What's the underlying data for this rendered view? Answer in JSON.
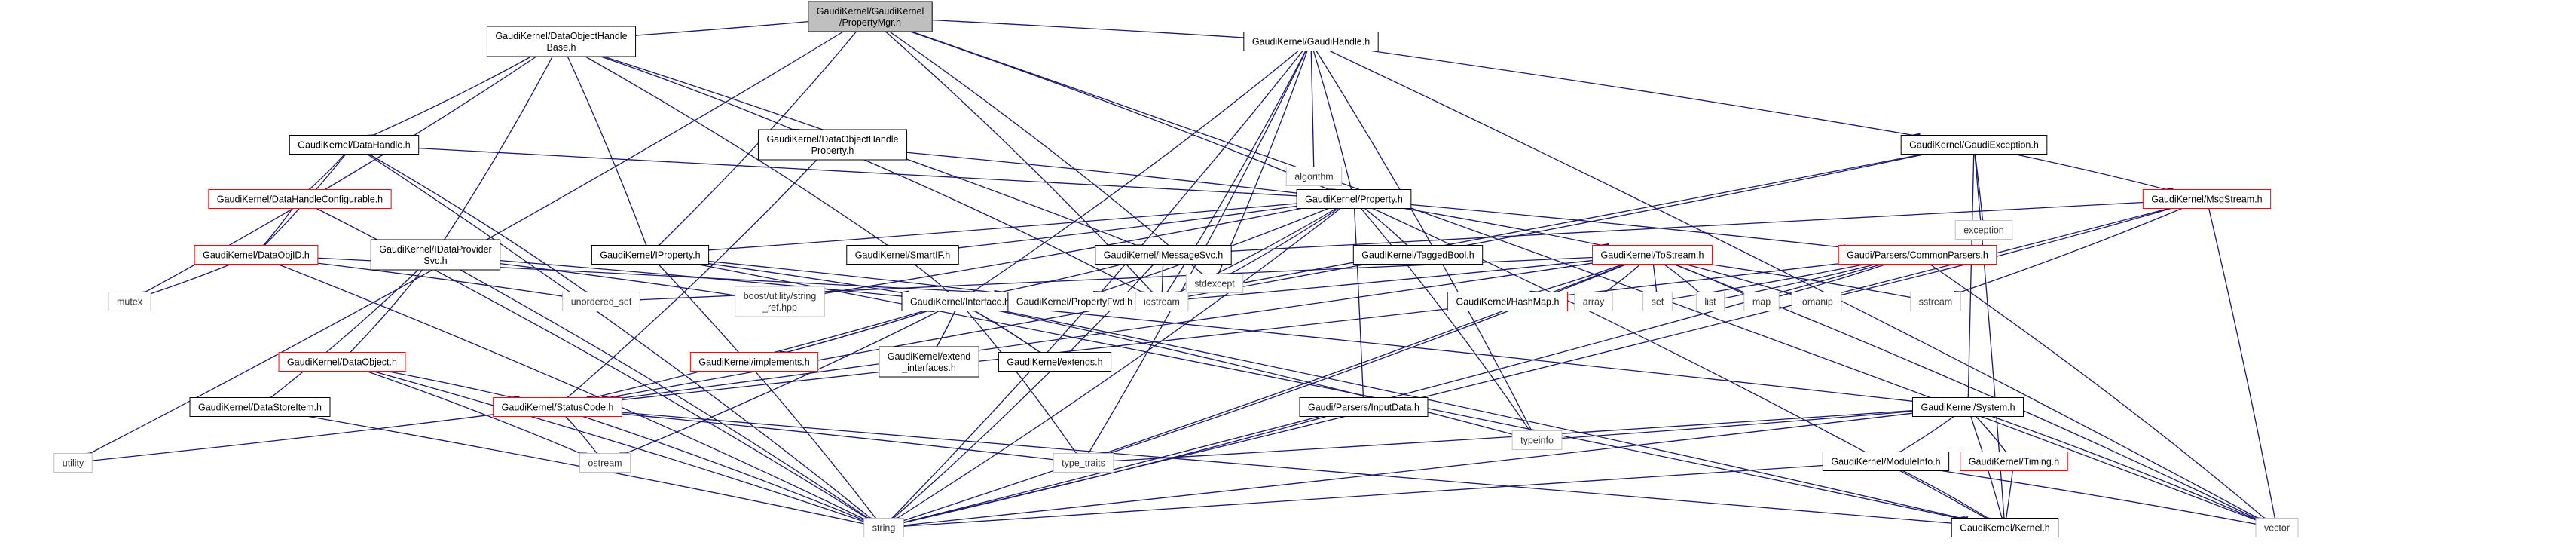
{
  "colors": {
    "edge": "#191970",
    "root_fill": "#bfbfbf",
    "root_stroke": "#000000",
    "doc_stroke": "#000000",
    "incomplete_stroke": "#ff0000",
    "system_stroke": "#bfbfbf",
    "text_black": "#000000",
    "text_gray": "#333333"
  },
  "nodes": [
    {
      "id": "root",
      "kind": "root",
      "lines": [
        "GaudiKernel/GaudiKernel",
        "/PropertyMgr.h"
      ]
    },
    {
      "id": "dohb",
      "kind": "doc",
      "lines": [
        "GaudiKernel/DataObjectHandle",
        "Base.h"
      ]
    },
    {
      "id": "gaudihandle",
      "kind": "doc",
      "lines": [
        "GaudiKernel/GaudiHandle.h"
      ]
    },
    {
      "id": "datahandle",
      "kind": "doc",
      "lines": [
        "GaudiKernel/DataHandle.h"
      ]
    },
    {
      "id": "dohp",
      "kind": "doc",
      "lines": [
        "GaudiKernel/DataObjectHandle",
        "Property.h"
      ]
    },
    {
      "id": "algorithm",
      "kind": "sys",
      "lines": [
        "algorithm"
      ]
    },
    {
      "id": "gaudiexc",
      "kind": "doc",
      "lines": [
        "GaudiKernel/GaudiException.h"
      ]
    },
    {
      "id": "dhconf",
      "kind": "red",
      "lines": [
        "GaudiKernel/DataHandleConfigurable.h"
      ]
    },
    {
      "id": "property",
      "kind": "doc",
      "lines": [
        "GaudiKernel/Property.h"
      ]
    },
    {
      "id": "exception",
      "kind": "sys",
      "lines": [
        "exception"
      ]
    },
    {
      "id": "msgstream",
      "kind": "red",
      "lines": [
        "GaudiKernel/MsgStream.h"
      ]
    },
    {
      "id": "dataobjid",
      "kind": "red",
      "lines": [
        "GaudiKernel/DataObjID.h"
      ]
    },
    {
      "id": "idps",
      "kind": "doc",
      "lines": [
        "GaudiKernel/IDataProvider",
        "Svc.h"
      ]
    },
    {
      "id": "iproperty",
      "kind": "doc",
      "lines": [
        "GaudiKernel/IProperty.h"
      ]
    },
    {
      "id": "smartif",
      "kind": "doc",
      "lines": [
        "GaudiKernel/SmartIF.h"
      ]
    },
    {
      "id": "imsgsvc",
      "kind": "doc",
      "lines": [
        "GaudiKernel/IMessageSvc.h"
      ]
    },
    {
      "id": "stdexcept",
      "kind": "sys",
      "lines": [
        "stdexcept"
      ]
    },
    {
      "id": "taggedbool",
      "kind": "doc",
      "lines": [
        "GaudiKernel/TaggedBool.h"
      ]
    },
    {
      "id": "tostream",
      "kind": "red",
      "lines": [
        "GaudiKernel/ToStream.h"
      ]
    },
    {
      "id": "commonparsers",
      "kind": "red",
      "lines": [
        "Gaudi/Parsers/CommonParsers.h"
      ]
    },
    {
      "id": "mutex",
      "kind": "sys",
      "lines": [
        "mutex"
      ]
    },
    {
      "id": "unorderedset",
      "kind": "sys",
      "lines": [
        "unordered_set"
      ]
    },
    {
      "id": "boostsr",
      "kind": "sys",
      "lines": [
        "boost/utility/string",
        "_ref.hpp"
      ]
    },
    {
      "id": "interface",
      "kind": "doc",
      "lines": [
        "GaudiKernel/Interface.h"
      ]
    },
    {
      "id": "propfwd",
      "kind": "doc",
      "lines": [
        "GaudiKernel/PropertyFwd.h"
      ]
    },
    {
      "id": "iostream",
      "kind": "sys",
      "lines": [
        "iostream"
      ]
    },
    {
      "id": "array",
      "kind": "sys",
      "lines": [
        "array"
      ]
    },
    {
      "id": "set",
      "kind": "sys",
      "lines": [
        "set"
      ]
    },
    {
      "id": "list",
      "kind": "sys",
      "lines": [
        "list"
      ]
    },
    {
      "id": "map",
      "kind": "sys",
      "lines": [
        "map"
      ]
    },
    {
      "id": "iomanip",
      "kind": "sys",
      "lines": [
        "iomanip"
      ]
    },
    {
      "id": "sstream",
      "kind": "sys",
      "lines": [
        "sstream"
      ]
    },
    {
      "id": "hashmap",
      "kind": "red",
      "lines": [
        "GaudiKernel/HashMap.h"
      ]
    },
    {
      "id": "dataobject",
      "kind": "red",
      "lines": [
        "GaudiKernel/DataObject.h"
      ]
    },
    {
      "id": "implements",
      "kind": "red",
      "lines": [
        "GaudiKernel/implements.h"
      ]
    },
    {
      "id": "extendif",
      "kind": "doc",
      "lines": [
        "GaudiKernel/extend",
        "_interfaces.h"
      ]
    },
    {
      "id": "extends",
      "kind": "doc",
      "lines": [
        "GaudiKernel/extends.h"
      ]
    },
    {
      "id": "inputdata",
      "kind": "doc",
      "lines": [
        "Gaudi/Parsers/InputData.h"
      ]
    },
    {
      "id": "system",
      "kind": "doc",
      "lines": [
        "GaudiKernel/System.h"
      ]
    },
    {
      "id": "datastoreitem",
      "kind": "doc",
      "lines": [
        "GaudiKernel/DataStoreItem.h"
      ]
    },
    {
      "id": "statuscode",
      "kind": "red",
      "lines": [
        "GaudiKernel/StatusCode.h"
      ]
    },
    {
      "id": "typeinfo",
      "kind": "sys",
      "lines": [
        "typeinfo"
      ]
    },
    {
      "id": "utility",
      "kind": "sys",
      "lines": [
        "utility"
      ]
    },
    {
      "id": "ostream",
      "kind": "sys",
      "lines": [
        "ostream"
      ]
    },
    {
      "id": "typetraits",
      "kind": "sys",
      "lines": [
        "type_traits"
      ]
    },
    {
      "id": "moduleinfo",
      "kind": "doc",
      "lines": [
        "GaudiKernel/ModuleInfo.h"
      ]
    },
    {
      "id": "timing",
      "kind": "red",
      "lines": [
        "GaudiKernel/Timing.h"
      ]
    },
    {
      "id": "string",
      "kind": "sys",
      "lines": [
        "string"
      ]
    },
    {
      "id": "kernel",
      "kind": "doc",
      "lines": [
        "GaudiKernel/Kernel.h"
      ]
    },
    {
      "id": "vector",
      "kind": "sys",
      "lines": [
        "vector"
      ]
    }
  ],
  "edges": [
    [
      "root",
      "dohb"
    ],
    [
      "root",
      "gaudihandle"
    ],
    [
      "root",
      "property"
    ],
    [
      "root",
      "iproperty"
    ],
    [
      "root",
      "iostream"
    ],
    [
      "root",
      "stdexcept"
    ],
    [
      "root",
      "utility"
    ],
    [
      "root",
      "vector"
    ],
    [
      "dohb",
      "datahandle"
    ],
    [
      "dohb",
      "dohp"
    ],
    [
      "dohb",
      "mutex"
    ],
    [
      "dohb",
      "idps"
    ],
    [
      "dohb",
      "iproperty"
    ],
    [
      "dohb",
      "smartif"
    ],
    [
      "dohb",
      "imsgsvc"
    ],
    [
      "datahandle",
      "dhconf"
    ],
    [
      "datahandle",
      "dataobjid"
    ],
    [
      "datahandle",
      "property"
    ],
    [
      "datahandle",
      "string"
    ],
    [
      "datahandle",
      "unorderedset"
    ],
    [
      "dhconf",
      "dataobjid"
    ],
    [
      "dhconf",
      "string"
    ],
    [
      "dataobjid",
      "mutex"
    ],
    [
      "dataobjid",
      "iostream"
    ],
    [
      "dataobjid",
      "string"
    ],
    [
      "dataobjid",
      "unorderedset"
    ],
    [
      "dohp",
      "property"
    ],
    [
      "dohp",
      "statuscode"
    ],
    [
      "dohp",
      "iostream"
    ],
    [
      "idps",
      "dataobject"
    ],
    [
      "idps",
      "datastoreitem"
    ],
    [
      "idps",
      "interface"
    ],
    [
      "idps",
      "string"
    ],
    [
      "idps",
      "boostsr"
    ],
    [
      "dataobject",
      "statuscode"
    ],
    [
      "dataobject",
      "ostream"
    ],
    [
      "dataobject",
      "string"
    ],
    [
      "datastoreitem",
      "string"
    ],
    [
      "iproperty",
      "interface"
    ],
    [
      "iproperty",
      "propfwd"
    ],
    [
      "iproperty",
      "string"
    ],
    [
      "iproperty",
      "kernel"
    ],
    [
      "smartif",
      "interface"
    ],
    [
      "imsgsvc",
      "interface"
    ],
    [
      "imsgsvc",
      "iostream"
    ],
    [
      "imsgsvc",
      "string"
    ],
    [
      "gaudihandle",
      "algorithm"
    ],
    [
      "gaudihandle",
      "gaudiexc"
    ],
    [
      "gaudihandle",
      "property"
    ],
    [
      "gaudihandle",
      "interface"
    ],
    [
      "gaudihandle",
      "iostream"
    ],
    [
      "gaudihandle",
      "stdexcept"
    ],
    [
      "gaudihandle",
      "string"
    ],
    [
      "gaudihandle",
      "vector"
    ],
    [
      "gaudihandle",
      "typeinfo"
    ],
    [
      "gaudihandle",
      "typetraits"
    ],
    [
      "gaudiexc",
      "exception"
    ],
    [
      "gaudiexc",
      "msgstream"
    ],
    [
      "gaudiexc",
      "statuscode"
    ],
    [
      "gaudiexc",
      "system"
    ],
    [
      "gaudiexc",
      "kernel"
    ],
    [
      "gaudiexc",
      "iostream"
    ],
    [
      "msgstream",
      "imsgsvc"
    ],
    [
      "msgstream",
      "sstream"
    ],
    [
      "msgstream",
      "iomanip"
    ],
    [
      "msgstream",
      "vector"
    ],
    [
      "msgstream",
      "string"
    ],
    [
      "property",
      "iproperty"
    ],
    [
      "property",
      "smartif"
    ],
    [
      "property",
      "taggedbool"
    ],
    [
      "property",
      "tostream"
    ],
    [
      "property",
      "commonparsers"
    ],
    [
      "property",
      "inputdata"
    ],
    [
      "property",
      "propfwd"
    ],
    [
      "property",
      "stdexcept"
    ],
    [
      "property",
      "iostream"
    ],
    [
      "property",
      "string"
    ],
    [
      "property",
      "typeinfo"
    ],
    [
      "property",
      "boostsr"
    ],
    [
      "property",
      "kernel"
    ],
    [
      "tostream",
      "hashmap"
    ],
    [
      "tostream",
      "array"
    ],
    [
      "tostream",
      "set"
    ],
    [
      "tostream",
      "list"
    ],
    [
      "tostream",
      "map"
    ],
    [
      "tostream",
      "iomanip"
    ],
    [
      "tostream",
      "sstream"
    ],
    [
      "tostream",
      "iostream"
    ],
    [
      "tostream",
      "string"
    ],
    [
      "tostream",
      "vector"
    ],
    [
      "tostream",
      "typetraits"
    ],
    [
      "tostream",
      "unorderedset"
    ],
    [
      "tostream",
      "statuscode"
    ],
    [
      "commonparsers",
      "set"
    ],
    [
      "commonparsers",
      "list"
    ],
    [
      "commonparsers",
      "map"
    ],
    [
      "commonparsers",
      "vector"
    ],
    [
      "commonparsers",
      "statuscode"
    ],
    [
      "commonparsers",
      "string"
    ],
    [
      "interface",
      "implements"
    ],
    [
      "interface",
      "extendif"
    ],
    [
      "interface",
      "extends"
    ],
    [
      "interface",
      "statuscode"
    ],
    [
      "interface",
      "system"
    ],
    [
      "interface",
      "kernel"
    ],
    [
      "interface",
      "ostream"
    ],
    [
      "interface",
      "typeinfo"
    ],
    [
      "interface",
      "typetraits"
    ],
    [
      "implements",
      "interface"
    ],
    [
      "extendif",
      "interface"
    ],
    [
      "extends",
      "interface"
    ],
    [
      "inputdata",
      "string"
    ],
    [
      "statuscode",
      "utility"
    ],
    [
      "statuscode",
      "ostream"
    ],
    [
      "statuscode",
      "typetraits"
    ],
    [
      "statuscode",
      "string"
    ],
    [
      "statuscode",
      "kernel"
    ],
    [
      "system",
      "kernel"
    ],
    [
      "system",
      "moduleinfo"
    ],
    [
      "system",
      "timing"
    ],
    [
      "system",
      "string"
    ],
    [
      "system",
      "vector"
    ],
    [
      "system",
      "typeinfo"
    ],
    [
      "system",
      "typetraits"
    ],
    [
      "moduleinfo",
      "kernel"
    ],
    [
      "moduleinfo",
      "string"
    ],
    [
      "moduleinfo",
      "vector"
    ],
    [
      "timing",
      "kernel"
    ]
  ]
}
